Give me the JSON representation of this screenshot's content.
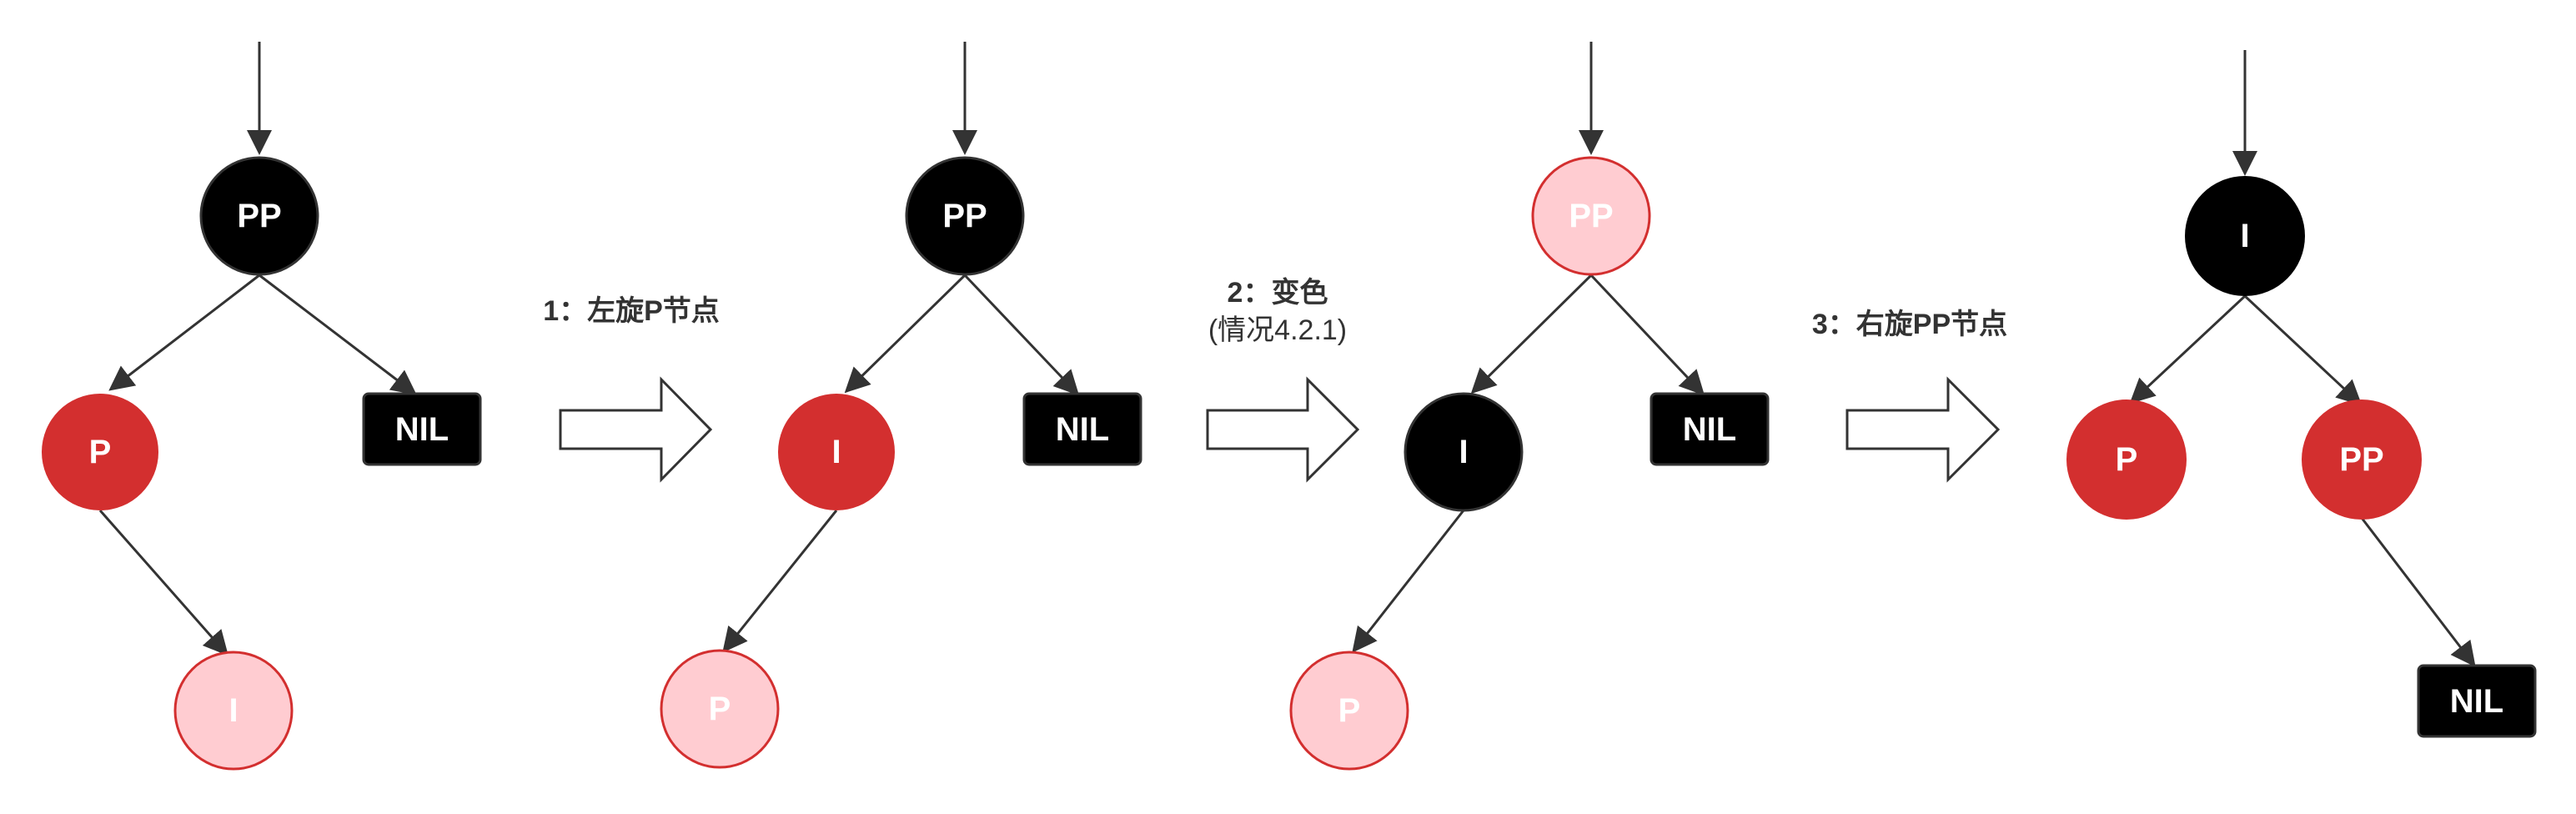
{
  "colors": {
    "red_fill": "#d32f2f",
    "black_fill": "#000000",
    "pink_fill": "#ffccd1",
    "pink_stroke": "#d32f2f",
    "edge": "#333333",
    "arrow_outline": "#333333"
  },
  "diagrams": [
    {
      "nodes": {
        "pp": {
          "label": "PP",
          "color": "black"
        },
        "p": {
          "label": "P",
          "color": "red"
        },
        "i": {
          "label": "I",
          "color": "pink"
        },
        "nil": {
          "label": "NIL"
        }
      }
    },
    {
      "nodes": {
        "pp": {
          "label": "PP",
          "color": "black"
        },
        "i": {
          "label": "I",
          "color": "red"
        },
        "p": {
          "label": "P",
          "color": "pink"
        },
        "nil": {
          "label": "NIL"
        }
      }
    },
    {
      "nodes": {
        "pp": {
          "label": "PP",
          "color": "pink"
        },
        "i": {
          "label": "I",
          "color": "black"
        },
        "p": {
          "label": "P",
          "color": "pink"
        },
        "nil": {
          "label": "NIL"
        }
      }
    },
    {
      "nodes": {
        "i": {
          "label": "I",
          "color": "black"
        },
        "p": {
          "label": "P",
          "color": "red"
        },
        "pp": {
          "label": "PP",
          "color": "red"
        },
        "nil": {
          "label": "NIL"
        }
      }
    }
  ],
  "steps": [
    {
      "label": "1：左旋P节点",
      "sub": ""
    },
    {
      "label": "2：变色",
      "sub": "(情况4.2.1)"
    },
    {
      "label": "3：右旋PP节点",
      "sub": ""
    }
  ]
}
